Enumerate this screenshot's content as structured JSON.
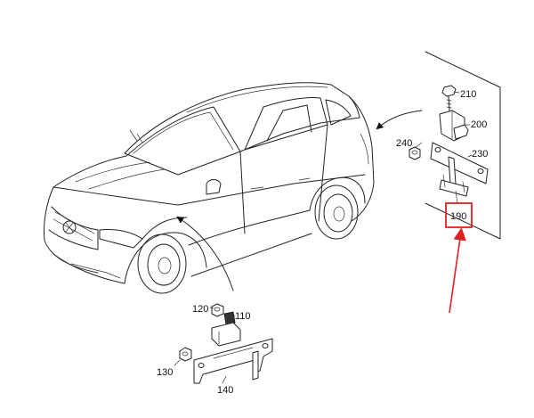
{
  "labels": {
    "p210": "210",
    "p200": "200",
    "p230": "230",
    "p240": "240",
    "p190": "190",
    "p120": "120",
    "p110": "110",
    "p130": "130",
    "p140": "140"
  },
  "colors": {
    "line": "#222222",
    "highlight": "#e02020",
    "arrow": "#111111"
  }
}
